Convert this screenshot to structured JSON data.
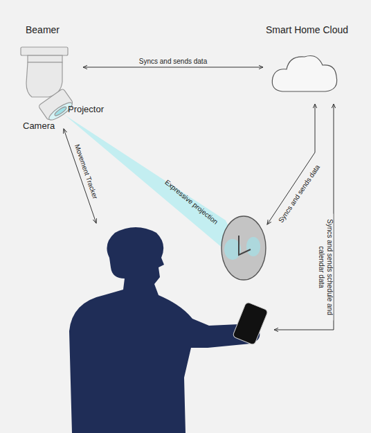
{
  "diagram": {
    "nodes": [
      {
        "text": [
          "Beamer"
        ]
      },
      {
        "text": [
          "Smart Home Cloud"
        ]
      }
    ],
    "edges": [
      {
        "from": 0,
        "to": 1,
        "label": "Syncs and sends data",
        "arrow": "both"
      }
    ],
    "labels": [
      "Projector",
      "Camera",
      "Movement Tracker",
      "Expressive projection",
      "Syncs and sends data",
      "Syncs and sends schedule and calendar data"
    ]
  }
}
